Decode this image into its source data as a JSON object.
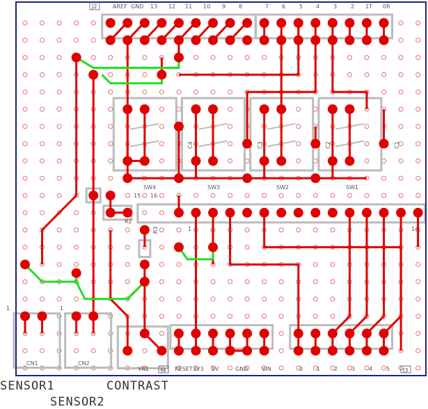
{
  "colors": {
    "board_border": "#1a237e",
    "hole": "#e07070",
    "trace": "#e00000",
    "jumper": "#22dd22",
    "outline": "#bbbbbb",
    "text": "#555555"
  },
  "connectors": {
    "j2_tag": "J2",
    "j3_tag": "J3",
    "j4_tag": "J4",
    "digital_pin_labels": [
      "AREF",
      "GND",
      "13",
      "12",
      "11",
      "10",
      "9",
      "8",
      "7",
      "6",
      "5",
      "4",
      "3",
      "2",
      "1T",
      "0R"
    ],
    "power_labels": [
      "RESET",
      "3V3",
      "5V",
      "GND",
      "VIN"
    ],
    "analog_labels": [
      "0",
      "1",
      "2",
      "3",
      "4",
      "5"
    ]
  },
  "components": {
    "switches": [
      "SW4",
      "SW3",
      "SW2",
      "SW1"
    ],
    "capacitors": [
      "C4",
      "C3",
      "C2",
      "C1"
    ],
    "resistors": [
      "R2",
      "R3"
    ],
    "lcd_pin_numbers": {
      "p15": "15",
      "p16": "16",
      "p1": "1",
      "p14": "14"
    },
    "cn1": "CN1",
    "cn2": "CN2",
    "cn1_pin1": "1",
    "cn2_pin1": "1",
    "vr1": "VR1"
  },
  "captions": {
    "sensor1": "SENSOR1",
    "contrast": "CONTRAST",
    "sensor2": "SENSOR2"
  }
}
